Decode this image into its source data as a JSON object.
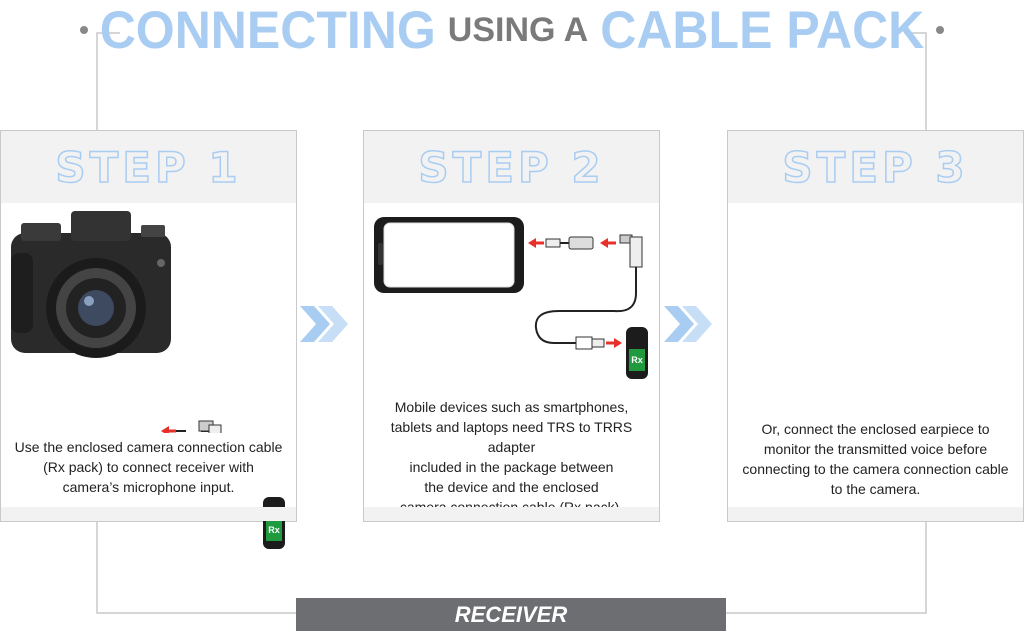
{
  "title": {
    "part1": "CONNECTING",
    "part2": "USING A",
    "part3": "CABLE PACK"
  },
  "steps": [
    {
      "label": "STEP 1",
      "text": [
        "Use the enclosed camera connection cable",
        "(Rx pack) to connect receiver with",
        "camera’s microphone input."
      ]
    },
    {
      "label": "STEP 2",
      "text": [
        "Mobile devices such as smartphones,",
        "tablets and laptops need TRS to TRRS adapter",
        "included in the package between",
        "the device and the enclosed",
        "camera connection cable (Rx pack)."
      ]
    },
    {
      "label": "STEP 3",
      "text": [
        "Or, connect the enclosed earpiece to",
        "monitor the transmitted voice before",
        "connecting to the camera connection cable",
        "to the camera."
      ]
    }
  ],
  "receiver_label": "RECEIVER",
  "rx_label": "Rx",
  "colors": {
    "accent": "#a9cdf2",
    "arrow_red": "#e8302b",
    "rx_green": "#1f9a3e",
    "bar_gray": "#6d6e71"
  }
}
